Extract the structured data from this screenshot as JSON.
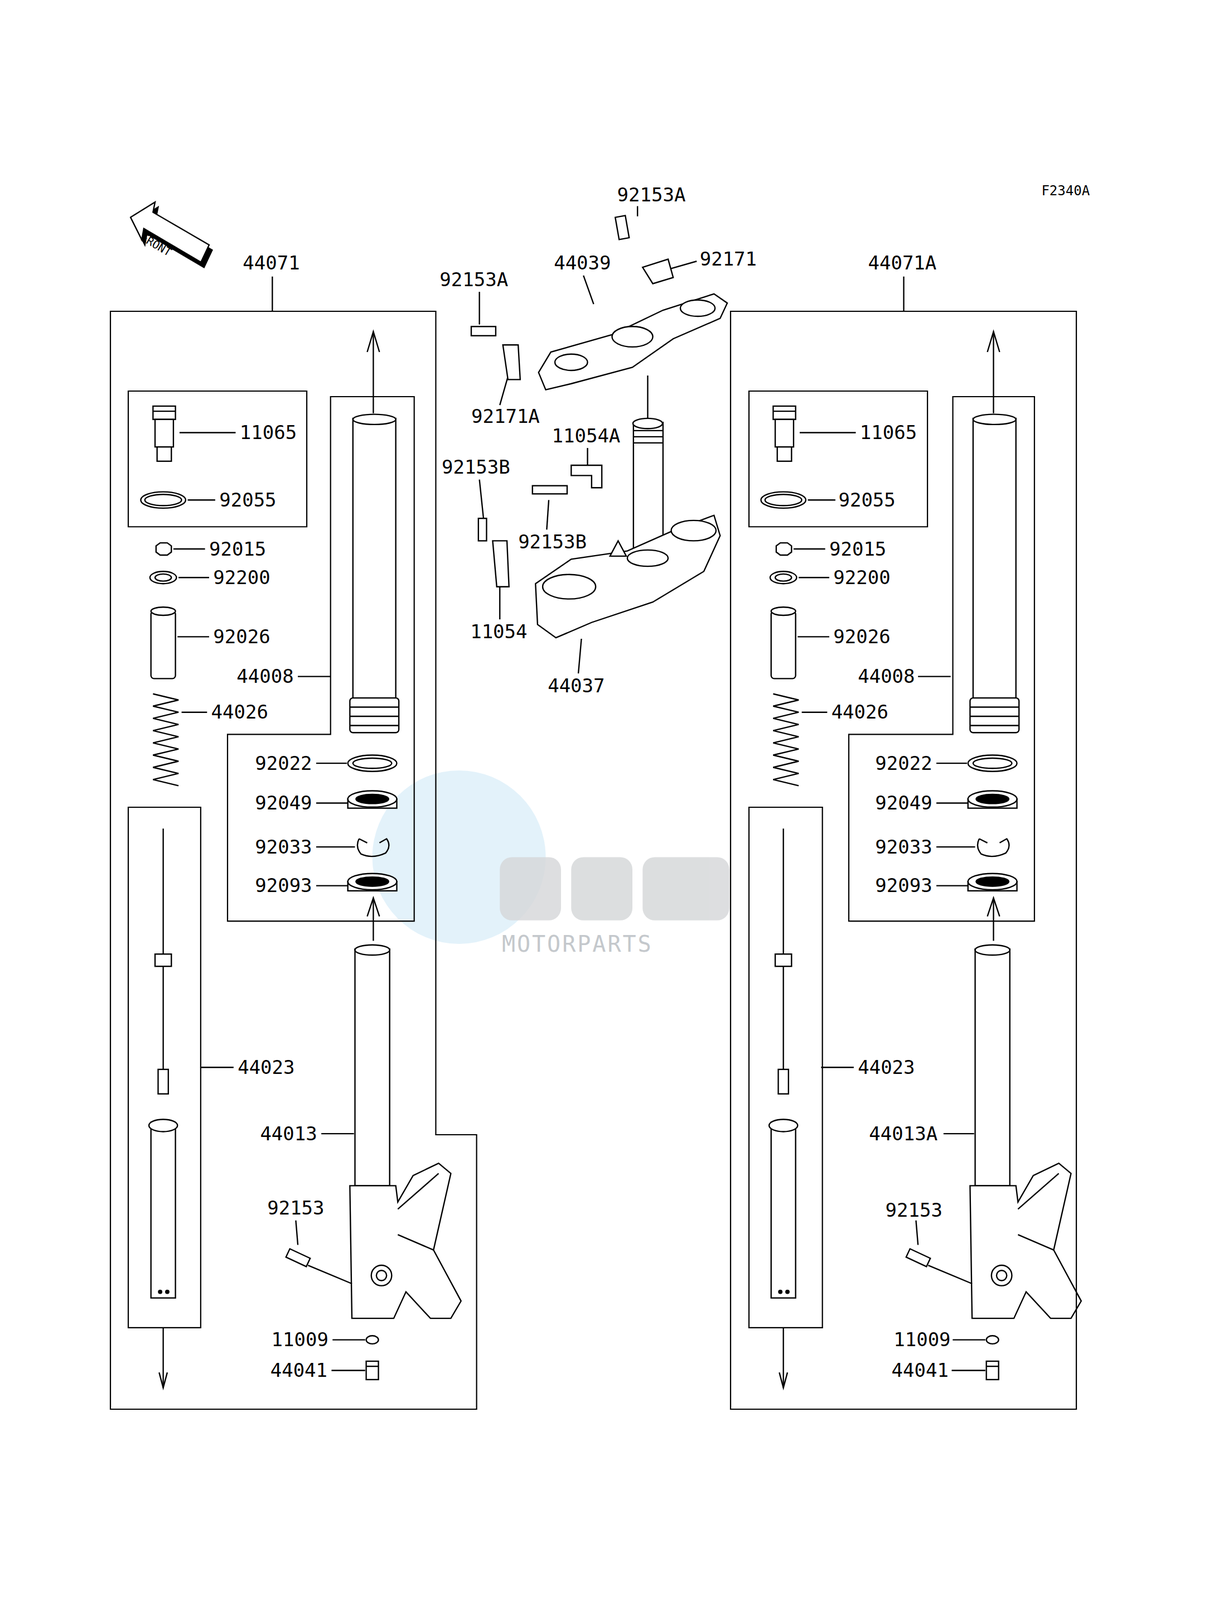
{
  "diagram": {
    "nodes": [
      {
        "text": [
          "44071",
          "92015",
          "92200",
          "92026",
          "44026",
          "44013",
          "92153",
          "11009",
          "44041"
        ]
      },
      {
        "text": [
          "11065",
          "92055"
        ],
        "in": 0
      },
      {
        "text": [
          "44008",
          "92022",
          "92049",
          "92033",
          "92093"
        ],
        "in": 0
      },
      {
        "text": [
          "44023"
        ],
        "in": 0
      },
      {
        "text": [
          "44071A",
          "92015",
          "92200",
          "92026",
          "44026",
          "44013A",
          "92153",
          "11009",
          "44041"
        ]
      },
      {
        "text": [
          "11065",
          "92055"
        ],
        "in": 4
      },
      {
        "text": [
          "44008",
          "92022",
          "92049",
          "92033",
          "92093"
        ],
        "in": 4
      },
      {
        "text": [
          "44023"
        ],
        "in": 4
      }
    ],
    "labels": [
      "92153A",
      "92171",
      "44039",
      "92153A",
      "92171A",
      "11054A",
      "92153B",
      "92153B",
      "11054",
      "44037",
      "F2340A",
      "FRONT",
      "MOTORPARTS"
    ]
  }
}
